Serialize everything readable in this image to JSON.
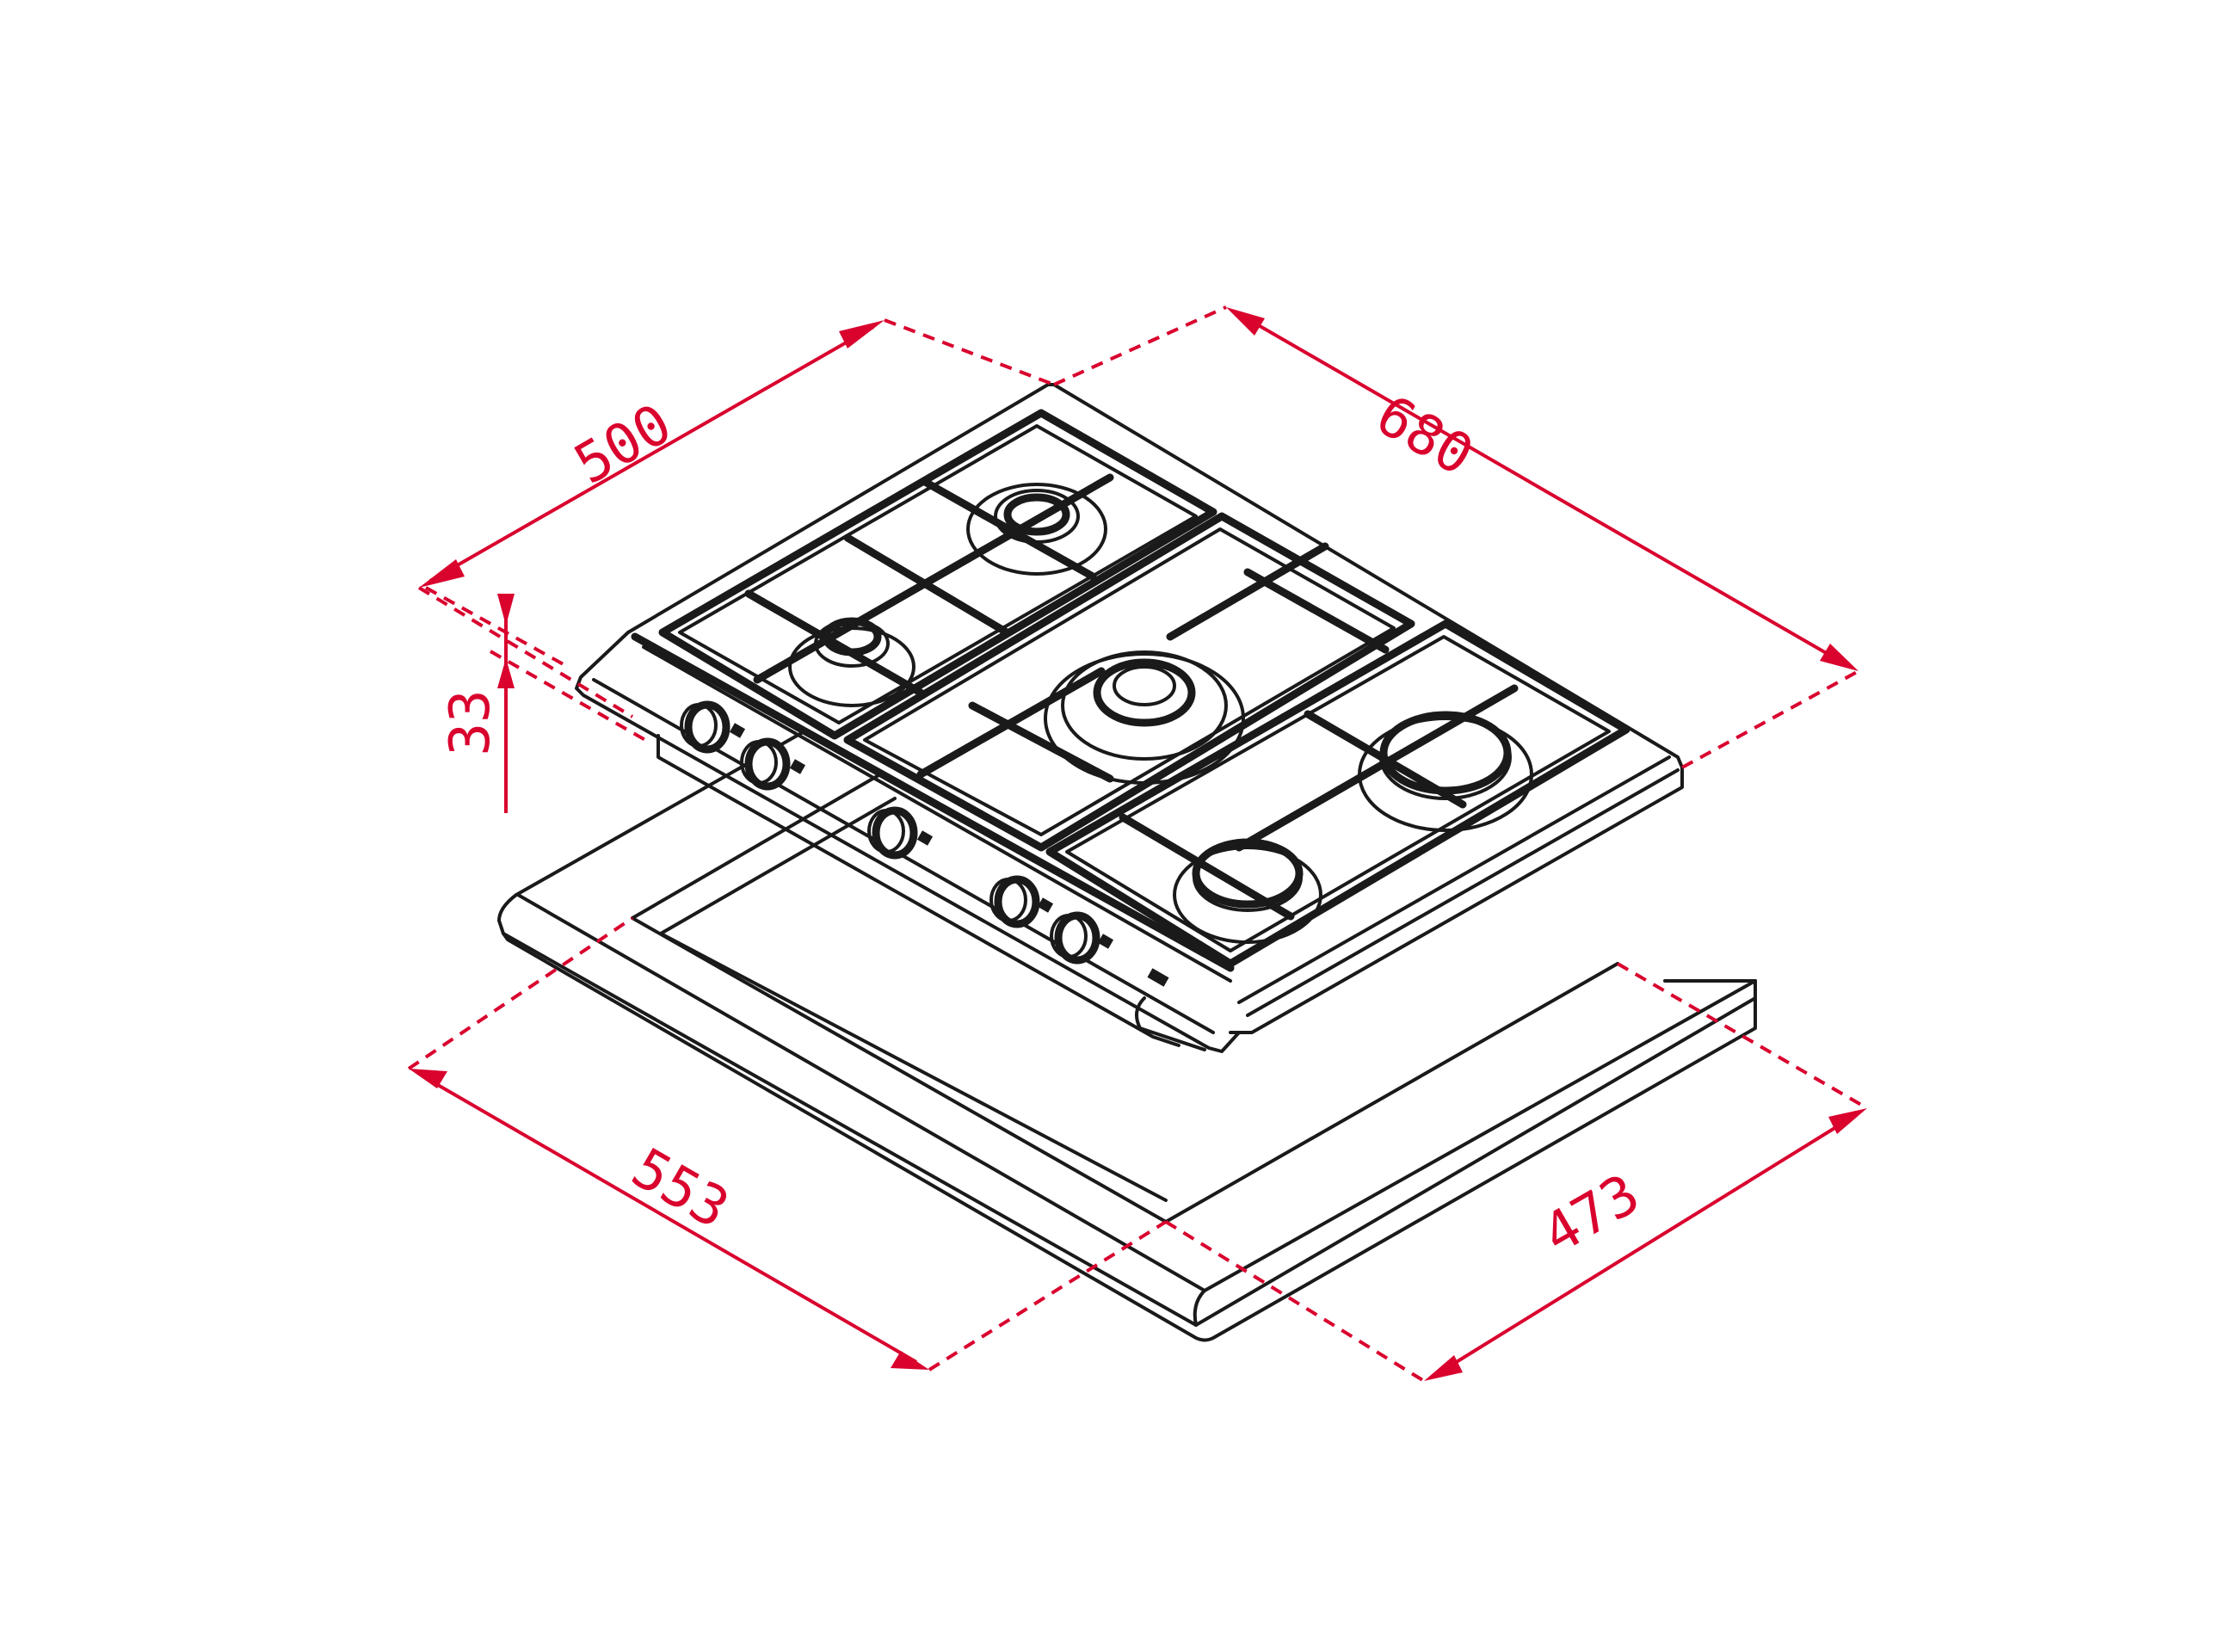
{
  "figure": {
    "subject": "Built-in gas hob, 5 burners, isometric dimension drawing",
    "units": "mm",
    "accent_color": "#d9032e",
    "line_color": "#1a1a1a",
    "background": "#ffffff"
  },
  "dimensions": {
    "depth": {
      "label": "500",
      "description": "hob depth"
    },
    "width": {
      "label": "680",
      "description": "hob width"
    },
    "height": {
      "label": "33",
      "description": "hob height above worktop"
    },
    "cutout_width": {
      "label": "553",
      "description": "worktop cut-out width"
    },
    "cutout_depth": {
      "label": "473",
      "description": "worktop cut-out depth"
    }
  },
  "appliance": {
    "burners": [
      {
        "id": "rear-left",
        "type": "semi-rapid"
      },
      {
        "id": "front-left",
        "type": "auxiliary"
      },
      {
        "id": "center",
        "type": "wok"
      },
      {
        "id": "rear-right",
        "type": "semi-rapid"
      },
      {
        "id": "front-right",
        "type": "rapid"
      }
    ],
    "control_knobs": 5,
    "pan_supports": 3
  }
}
